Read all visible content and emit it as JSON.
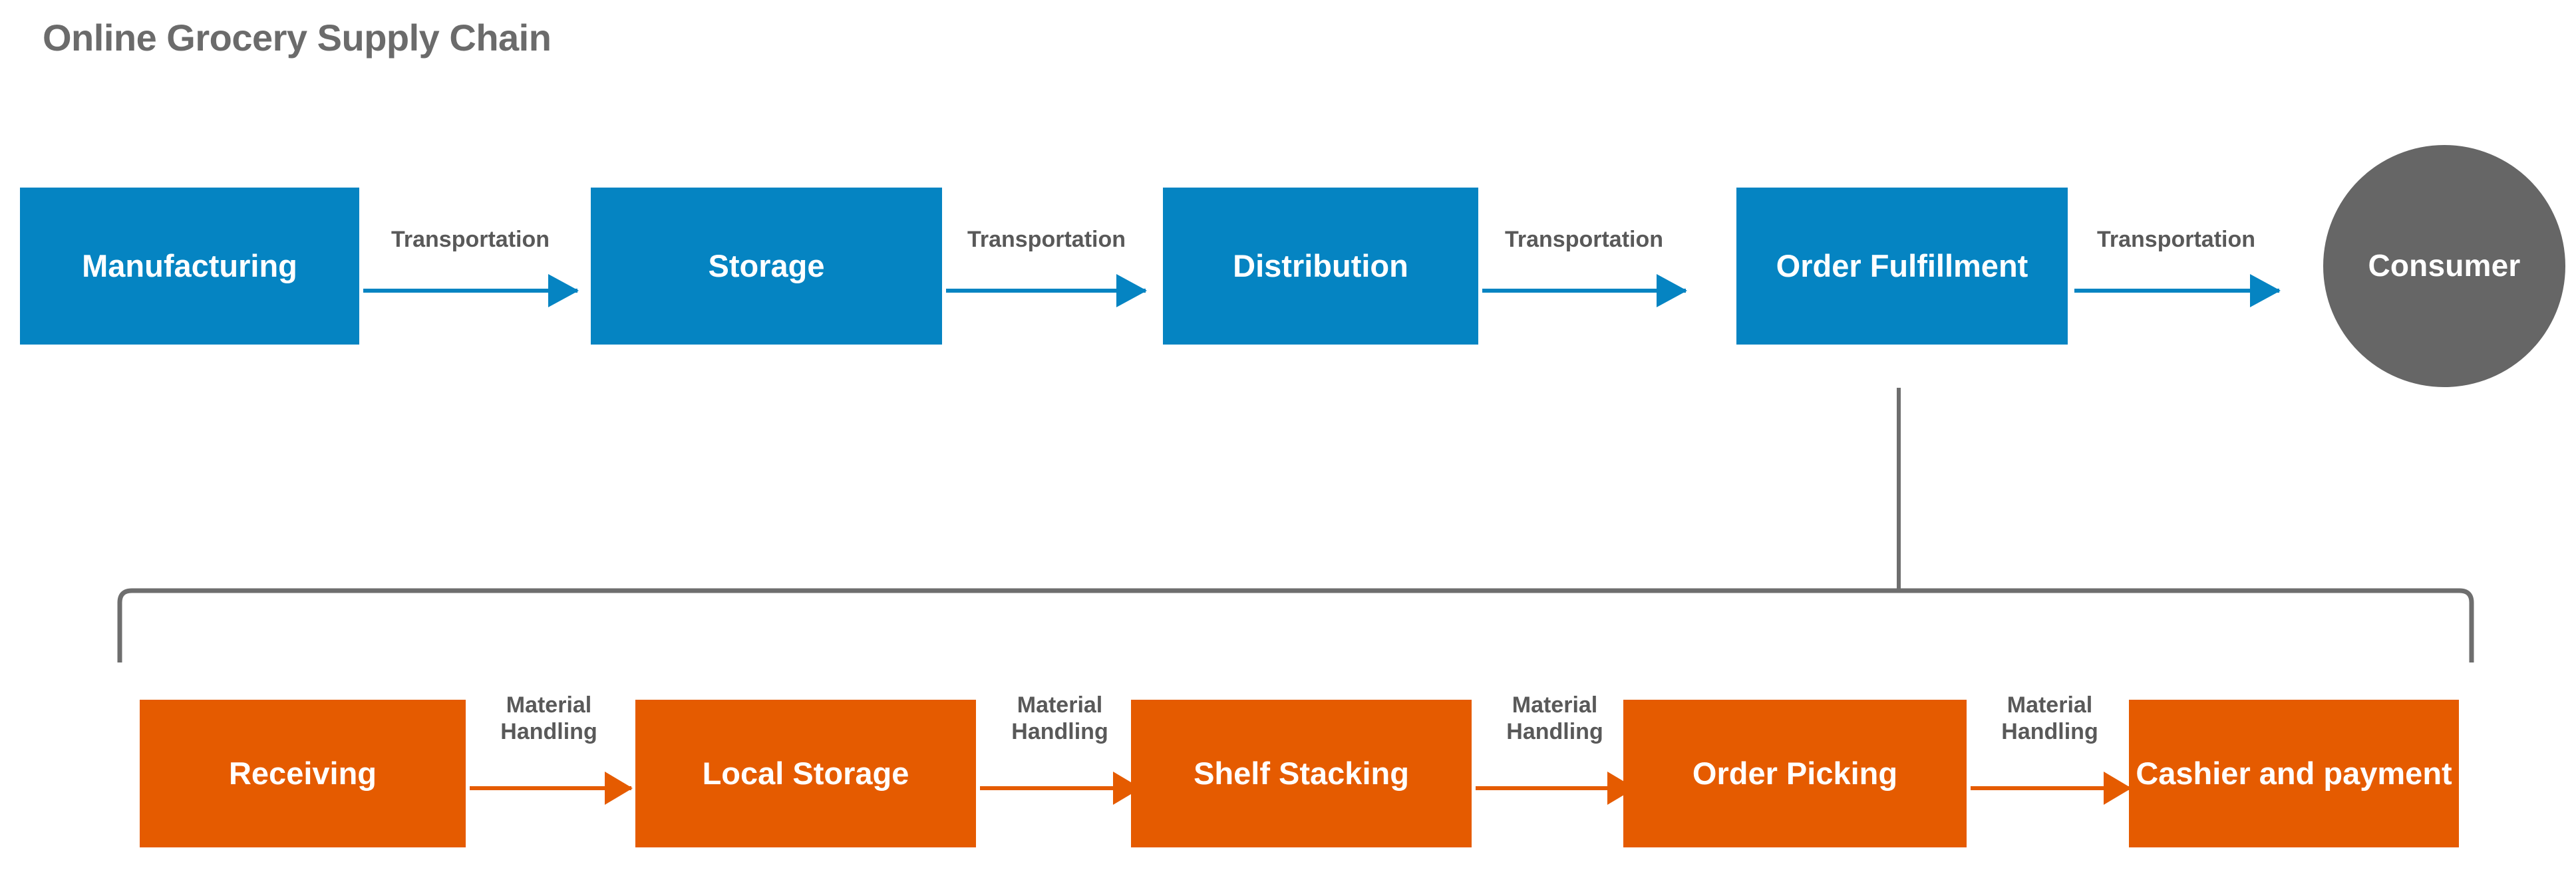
{
  "title": "Online Grocery Supply Chain",
  "colors": {
    "primary_blue": "#0584c2",
    "accent_orange": "#e55b00",
    "consumer_gray": "#666666",
    "title_gray": "#6b6b6b",
    "label_gray": "#595959",
    "connector_gray": "#6e6e6e"
  },
  "supply_chain": {
    "nodes": [
      {
        "label": "Manufacturing",
        "shape": "rect",
        "color": "blue"
      },
      {
        "label": "Storage",
        "shape": "rect",
        "color": "blue"
      },
      {
        "label": "Distribution",
        "shape": "rect",
        "color": "blue"
      },
      {
        "label": "Order\nFulfillment",
        "shape": "rect",
        "color": "blue"
      },
      {
        "label": "Consumer",
        "shape": "circle",
        "color": "gray"
      }
    ],
    "arrow_labels": [
      "Transportation",
      "Transportation",
      "Transportation",
      "Transportation"
    ]
  },
  "fulfillment_detail": {
    "nodes": [
      {
        "label": "Receiving",
        "shape": "rect",
        "color": "orange"
      },
      {
        "label": "Local Storage",
        "shape": "rect",
        "color": "orange"
      },
      {
        "label": "Shelf Stacking",
        "shape": "rect",
        "color": "orange"
      },
      {
        "label": "Order Picking",
        "shape": "rect",
        "color": "orange"
      },
      {
        "label": "Cashier and\npayment",
        "shape": "rect",
        "color": "orange"
      }
    ],
    "arrow_labels": [
      "Material\nHandling",
      "Material\nHandling",
      "Material\nHandling",
      "Material\nHandling"
    ]
  }
}
